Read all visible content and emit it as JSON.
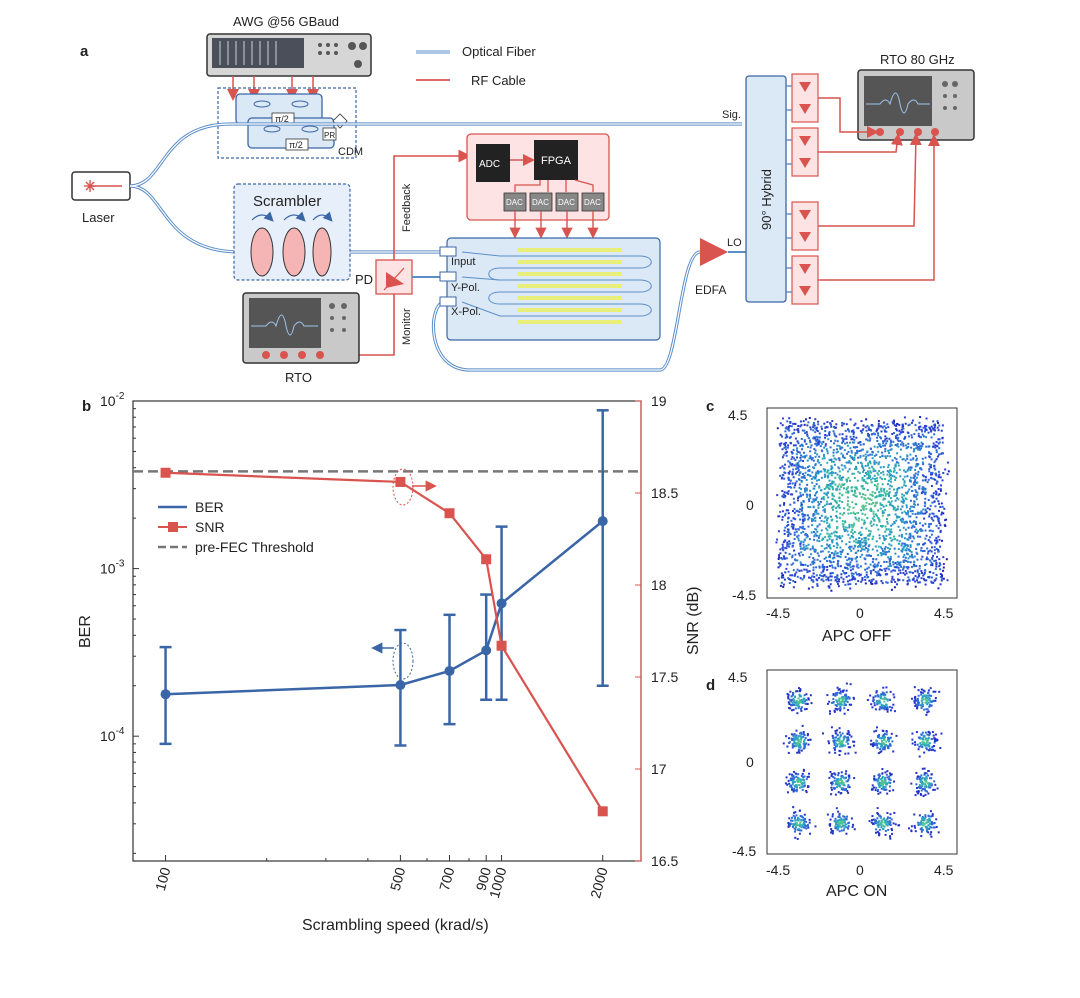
{
  "panel_labels": {
    "a": "a",
    "b": "b",
    "c": "c",
    "d": "d"
  },
  "schematic": {
    "awg_label": "AWG @56 GBaud",
    "legend_fiber": "Optical Fiber",
    "legend_rf": "RF Cable",
    "rto80_label": "RTO 80 GHz",
    "laser_label": "Laser",
    "cdm_label": "CDM",
    "pr_label": "PR",
    "pi2_label": "π/2",
    "scrambler_label": "Scrambler",
    "feedback_label": "Feedback",
    "monitor_label": "Monitor",
    "pd_label": "PD",
    "rto_label": "RTO",
    "adc_label": "ADC",
    "fpga_label": "FPGA",
    "dac_label": "DAC",
    "input_label": "Input",
    "ypol_label": "Y-Pol.",
    "xpol_label": "X-Pol.",
    "edfa_label": "EDFA",
    "lo_label": "LO",
    "sig_label": "Sig.",
    "hybrid_label": "90° Hybrid",
    "colors": {
      "fiber": "#5b8ec9",
      "rf": "#d9534f",
      "chip": "#dbe8f6",
      "box": "#fde3e3"
    }
  },
  "chart_data": [
    {
      "type": "line",
      "panel": "b",
      "xlabel": "Scrambling speed (krad/s)",
      "ylabel": "BER",
      "y2label": "SNR (dB)",
      "x_scale": "log",
      "x_ticks": [
        "100",
        "500",
        "700",
        "900",
        "1000",
        "2000"
      ],
      "y_ticks": [
        "10-4",
        "10-3",
        "10-2"
      ],
      "y2_ticks": [
        "16.5",
        "17",
        "17.5",
        "18",
        "18.5",
        "19"
      ],
      "xlim": [
        80,
        2600
      ],
      "ylim": [
        1.8e-05,
        0.01
      ],
      "y2lim": [
        16.5,
        19
      ],
      "threshold": 0.0038,
      "legend": [
        "BER",
        "SNR",
        "pre-FEC Threshold"
      ],
      "legend_position": "upper-left",
      "series": [
        {
          "name": "BER",
          "axis": "left",
          "color": "#3a66a7",
          "x": [
            100,
            500,
            700,
            900,
            1000,
            2000
          ],
          "y": [
            0.000178,
            0.000202,
            0.000245,
            0.000325,
            0.00062,
            0.00192
          ],
          "err_low": [
            9e-05,
            8.8e-05,
            0.000118,
            0.000165,
            0.000165,
            0.0002
          ],
          "err_high": [
            0.00034,
            0.00043,
            0.00053,
            0.0007,
            0.00178,
            0.0088
          ]
        },
        {
          "name": "SNR",
          "axis": "right",
          "color": "#d9534f",
          "x": [
            100,
            500,
            700,
            900,
            1000,
            2000
          ],
          "y": [
            18.61,
            18.56,
            18.39,
            18.14,
            17.67,
            16.77
          ]
        }
      ]
    },
    {
      "type": "scatter",
      "panel": "c",
      "xlabel": "APC OFF",
      "x_ticks": [
        "-4.5",
        "0",
        "4.5"
      ],
      "y_ticks": [
        "-4.5",
        "0",
        "4.5"
      ],
      "xlim": [
        -4.5,
        4.5
      ],
      "ylim": [
        -4.5,
        4.5
      ],
      "description_kind": "scrambled constellation"
    },
    {
      "type": "scatter",
      "panel": "d",
      "xlabel": "APC ON",
      "x_ticks": [
        "-4.5",
        "0",
        "4.5"
      ],
      "y_ticks": [
        "-4.5",
        "0",
        "4.5"
      ],
      "xlim": [
        -4.5,
        4.5
      ],
      "ylim": [
        -4.5,
        4.5
      ],
      "centers": [
        -3,
        -1,
        1,
        3
      ]
    }
  ]
}
